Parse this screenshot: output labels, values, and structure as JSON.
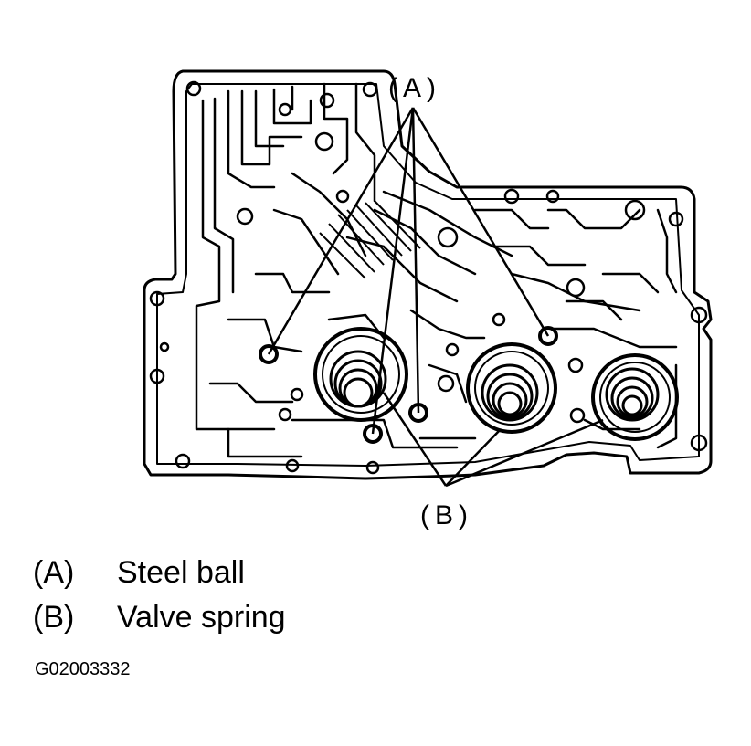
{
  "callouts": {
    "a": "(A)",
    "b": "(B)"
  },
  "legend": [
    {
      "key": "(A)",
      "text": "Steel ball"
    },
    {
      "key": "(B)",
      "text": "Valve spring"
    }
  ],
  "figure_id": "G02003332"
}
